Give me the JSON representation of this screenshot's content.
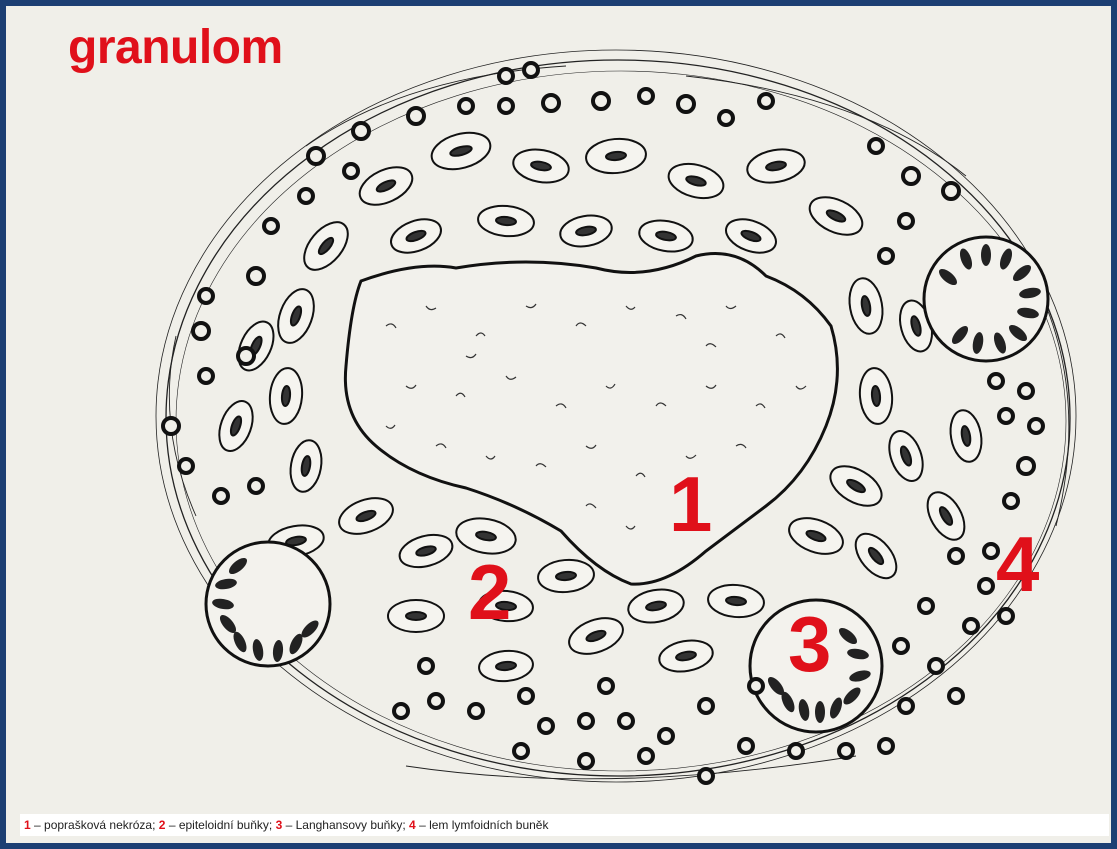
{
  "title": "granulom",
  "markers": {
    "m1": "1",
    "m2": "2",
    "m3": "3",
    "m4": "4"
  },
  "legend": [
    {
      "num": "1",
      "text": "– poprašková nekróza;"
    },
    {
      "num": "2",
      "text": "– epiteloidní buňky;"
    },
    {
      "num": "3",
      "text": "– Langhansovy buňky;"
    },
    {
      "num": "4",
      "text": "– lem lymfoidních buněk"
    }
  ],
  "colors": {
    "frame": "#1c3f73",
    "paper": "#f0efe9",
    "accent": "#e0101a",
    "ink": "#222222"
  }
}
